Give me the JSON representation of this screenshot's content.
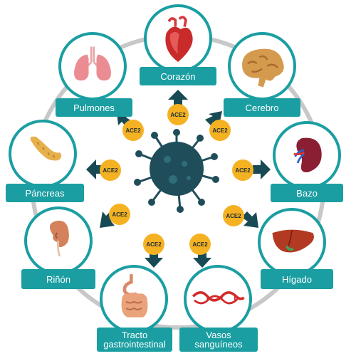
{
  "colors": {
    "teal": "#1a9ea2",
    "ring": "#c8c8c8",
    "virus": "#1f4e5a",
    "badge": "#f4b223",
    "arrow": "#174a54"
  },
  "center": {
    "icon": "virus-icon"
  },
  "receptor_label": "ACE2",
  "organs": [
    {
      "id": "corazon",
      "label": "Corazón",
      "icon": "heart-icon"
    },
    {
      "id": "cerebro",
      "label": "Cerebro",
      "icon": "brain-icon"
    },
    {
      "id": "bazo",
      "label": "Bazo",
      "icon": "spleen-icon"
    },
    {
      "id": "higado",
      "label": "Hígado",
      "icon": "liver-icon"
    },
    {
      "id": "vasos",
      "label_line1": "Vasos",
      "label_line2": "sanguíneos",
      "icon": "blood-vessels-icon"
    },
    {
      "id": "tracto",
      "label_line1": "Tracto",
      "label_line2": "gastrointestinal",
      "icon": "gastrointestinal-tract-icon"
    },
    {
      "id": "rinon",
      "label": "Riñón",
      "icon": "kidney-icon"
    },
    {
      "id": "pancreas",
      "label": "Páncreas",
      "icon": "pancreas-icon"
    },
    {
      "id": "pulmones",
      "label": "Pulmones",
      "icon": "lungs-icon"
    }
  ]
}
